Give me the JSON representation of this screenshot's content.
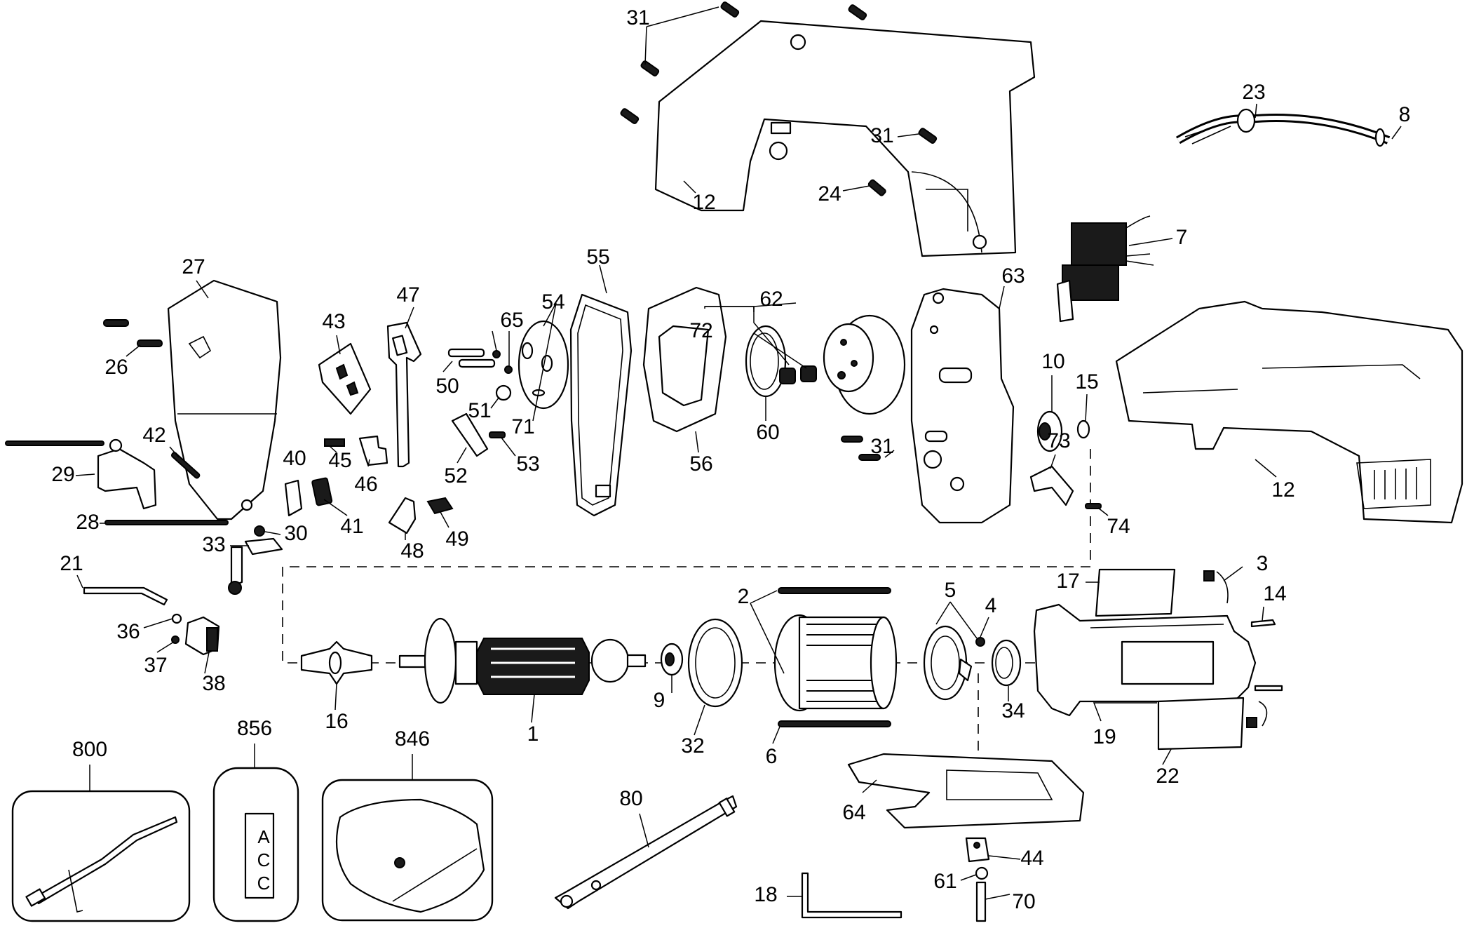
{
  "diagram": {
    "type": "exploded-parts-view",
    "subject": "jigsaw / power tool",
    "colors": {
      "ink": "#000000",
      "paper": "#ffffff"
    },
    "callouts": [
      {
        "id": "c31a",
        "label": "31",
        "part": "screw"
      },
      {
        "id": "c31b",
        "label": "31",
        "part": "screw"
      },
      {
        "id": "c31c",
        "label": "31",
        "part": "screw"
      },
      {
        "id": "c12a",
        "label": "12",
        "part": "housing-half-left"
      },
      {
        "id": "c24",
        "label": "24",
        "part": "screw"
      },
      {
        "id": "c23",
        "label": "23",
        "part": "cord-protector"
      },
      {
        "id": "c8",
        "label": "8",
        "part": "power-cord"
      },
      {
        "id": "c7",
        "label": "7",
        "part": "switch"
      },
      {
        "id": "c27",
        "label": "27",
        "part": "gear-case-cover"
      },
      {
        "id": "c26",
        "label": "26",
        "part": "screw"
      },
      {
        "id": "c43",
        "label": "43",
        "part": "label-plate"
      },
      {
        "id": "c47",
        "label": "47",
        "part": "lever"
      },
      {
        "id": "c55",
        "label": "55",
        "part": "gasket"
      },
      {
        "id": "c62",
        "label": "62",
        "part": "gear-assembly"
      },
      {
        "id": "c63",
        "label": "63",
        "part": "gear-case"
      },
      {
        "id": "c65",
        "label": "65",
        "part": "washer"
      },
      {
        "id": "c54",
        "label": "54",
        "part": "counterweight"
      },
      {
        "id": "c72",
        "label": "72",
        "part": "needle-bearing"
      },
      {
        "id": "c50",
        "label": "50",
        "part": "screw"
      },
      {
        "id": "c51",
        "label": "51",
        "part": "nut"
      },
      {
        "id": "c71",
        "label": "71",
        "part": "pin"
      },
      {
        "id": "c60",
        "label": "60",
        "part": "thrust-washer"
      },
      {
        "id": "c56",
        "label": "56",
        "part": "gear-case-plate"
      },
      {
        "id": "c10",
        "label": "10",
        "part": "ball-bearing"
      },
      {
        "id": "c15",
        "label": "15",
        "part": "retaining-ring"
      },
      {
        "id": "c12b",
        "label": "12",
        "part": "housing-half-right"
      },
      {
        "id": "c42",
        "label": "42",
        "part": "screw"
      },
      {
        "id": "c29",
        "label": "29",
        "part": "blade-clamp-bracket"
      },
      {
        "id": "c45",
        "label": "45",
        "part": "spring"
      },
      {
        "id": "c46",
        "label": "46",
        "part": "guide"
      },
      {
        "id": "c52",
        "label": "52",
        "part": "slide"
      },
      {
        "id": "c53",
        "label": "53",
        "part": "screw"
      },
      {
        "id": "c40",
        "label": "40",
        "part": "seal"
      },
      {
        "id": "c41",
        "label": "41",
        "part": "bushing"
      },
      {
        "id": "c73",
        "label": "73",
        "part": "clamp"
      },
      {
        "id": "c74",
        "label": "74",
        "part": "screw"
      },
      {
        "id": "c28",
        "label": "28",
        "part": "screw"
      },
      {
        "id": "c30",
        "label": "30",
        "part": "washer"
      },
      {
        "id": "c48",
        "label": "48",
        "part": "roller-support"
      },
      {
        "id": "c49",
        "label": "49",
        "part": "clip"
      },
      {
        "id": "c33",
        "label": "33",
        "part": "blade-roller-guide"
      },
      {
        "id": "c21",
        "label": "21",
        "part": "hex-key"
      },
      {
        "id": "c36",
        "label": "36",
        "part": "ball"
      },
      {
        "id": "c37",
        "label": "37",
        "part": "set-screw"
      },
      {
        "id": "c38",
        "label": "38",
        "part": "blade-clamp"
      },
      {
        "id": "c16",
        "label": "16",
        "part": "baffle"
      },
      {
        "id": "c1",
        "label": "1",
        "part": "armature"
      },
      {
        "id": "c9",
        "label": "9",
        "part": "ball-bearing"
      },
      {
        "id": "c32",
        "label": "32",
        "part": "fan-baffle"
      },
      {
        "id": "c2",
        "label": "2",
        "part": "field-assembly"
      },
      {
        "id": "c6",
        "label": "6",
        "part": "field-screw"
      },
      {
        "id": "c5",
        "label": "5",
        "part": "brush-holder"
      },
      {
        "id": "c4",
        "label": "4",
        "part": "spring"
      },
      {
        "id": "c34",
        "label": "34",
        "part": "bearing"
      },
      {
        "id": "c17",
        "label": "17",
        "part": "nameplate"
      },
      {
        "id": "c3",
        "label": "3",
        "part": "brush"
      },
      {
        "id": "c14",
        "label": "14",
        "part": "terminal"
      },
      {
        "id": "c19",
        "label": "19",
        "part": "motor-housing"
      },
      {
        "id": "c22",
        "label": "22",
        "part": "label"
      },
      {
        "id": "c64",
        "label": "64",
        "part": "shoe"
      },
      {
        "id": "c44",
        "label": "44",
        "part": "shoe-clamp"
      },
      {
        "id": "c61",
        "label": "61",
        "part": "washer"
      },
      {
        "id": "c70",
        "label": "70",
        "part": "screw"
      },
      {
        "id": "c18",
        "label": "18",
        "part": "hex-wrench"
      },
      {
        "id": "c80",
        "label": "80",
        "part": "rip-fence"
      },
      {
        "id": "c800",
        "label": "800",
        "part": "kit-saw-blade"
      },
      {
        "id": "c856",
        "label": "856",
        "part": "kit-accessories"
      },
      {
        "id": "c846",
        "label": "846",
        "part": "kit-hardware"
      }
    ],
    "kit_856_letters": [
      "A",
      "C",
      "C"
    ]
  }
}
